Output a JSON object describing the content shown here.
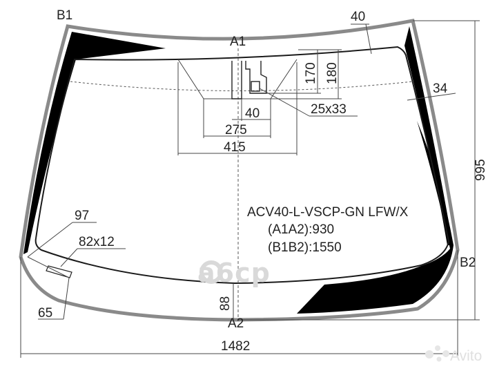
{
  "drawing": {
    "corners": {
      "b1": "B1",
      "a1": "A1",
      "b2": "B2",
      "a2": "A2"
    },
    "dimensions": {
      "edge_40": "40",
      "h_170": "170",
      "h_180": "180",
      "edge_34": "34",
      "w_40": "40",
      "w_275": "275",
      "w_415": "415",
      "rect_25x33": "25x33",
      "height_995": "995",
      "edge_97": "97",
      "rect_82x12": "82x12",
      "edge_65": "65",
      "bottom_88": "88",
      "width_1482": "1482"
    },
    "info": {
      "code": "ACV40-L-VSCP-GN LFW/X",
      "a1a2": "(A1A2):930",
      "b1b2": "(B1B2):1550"
    },
    "watermark": {
      "brand": "a6cp"
    },
    "avito": {
      "label": "Avito"
    },
    "colors": {
      "frame": "#8a8a8a",
      "glass_outline": "#1a1a1a",
      "black_band": "#000000",
      "watermark": "#d9d9d9"
    }
  }
}
